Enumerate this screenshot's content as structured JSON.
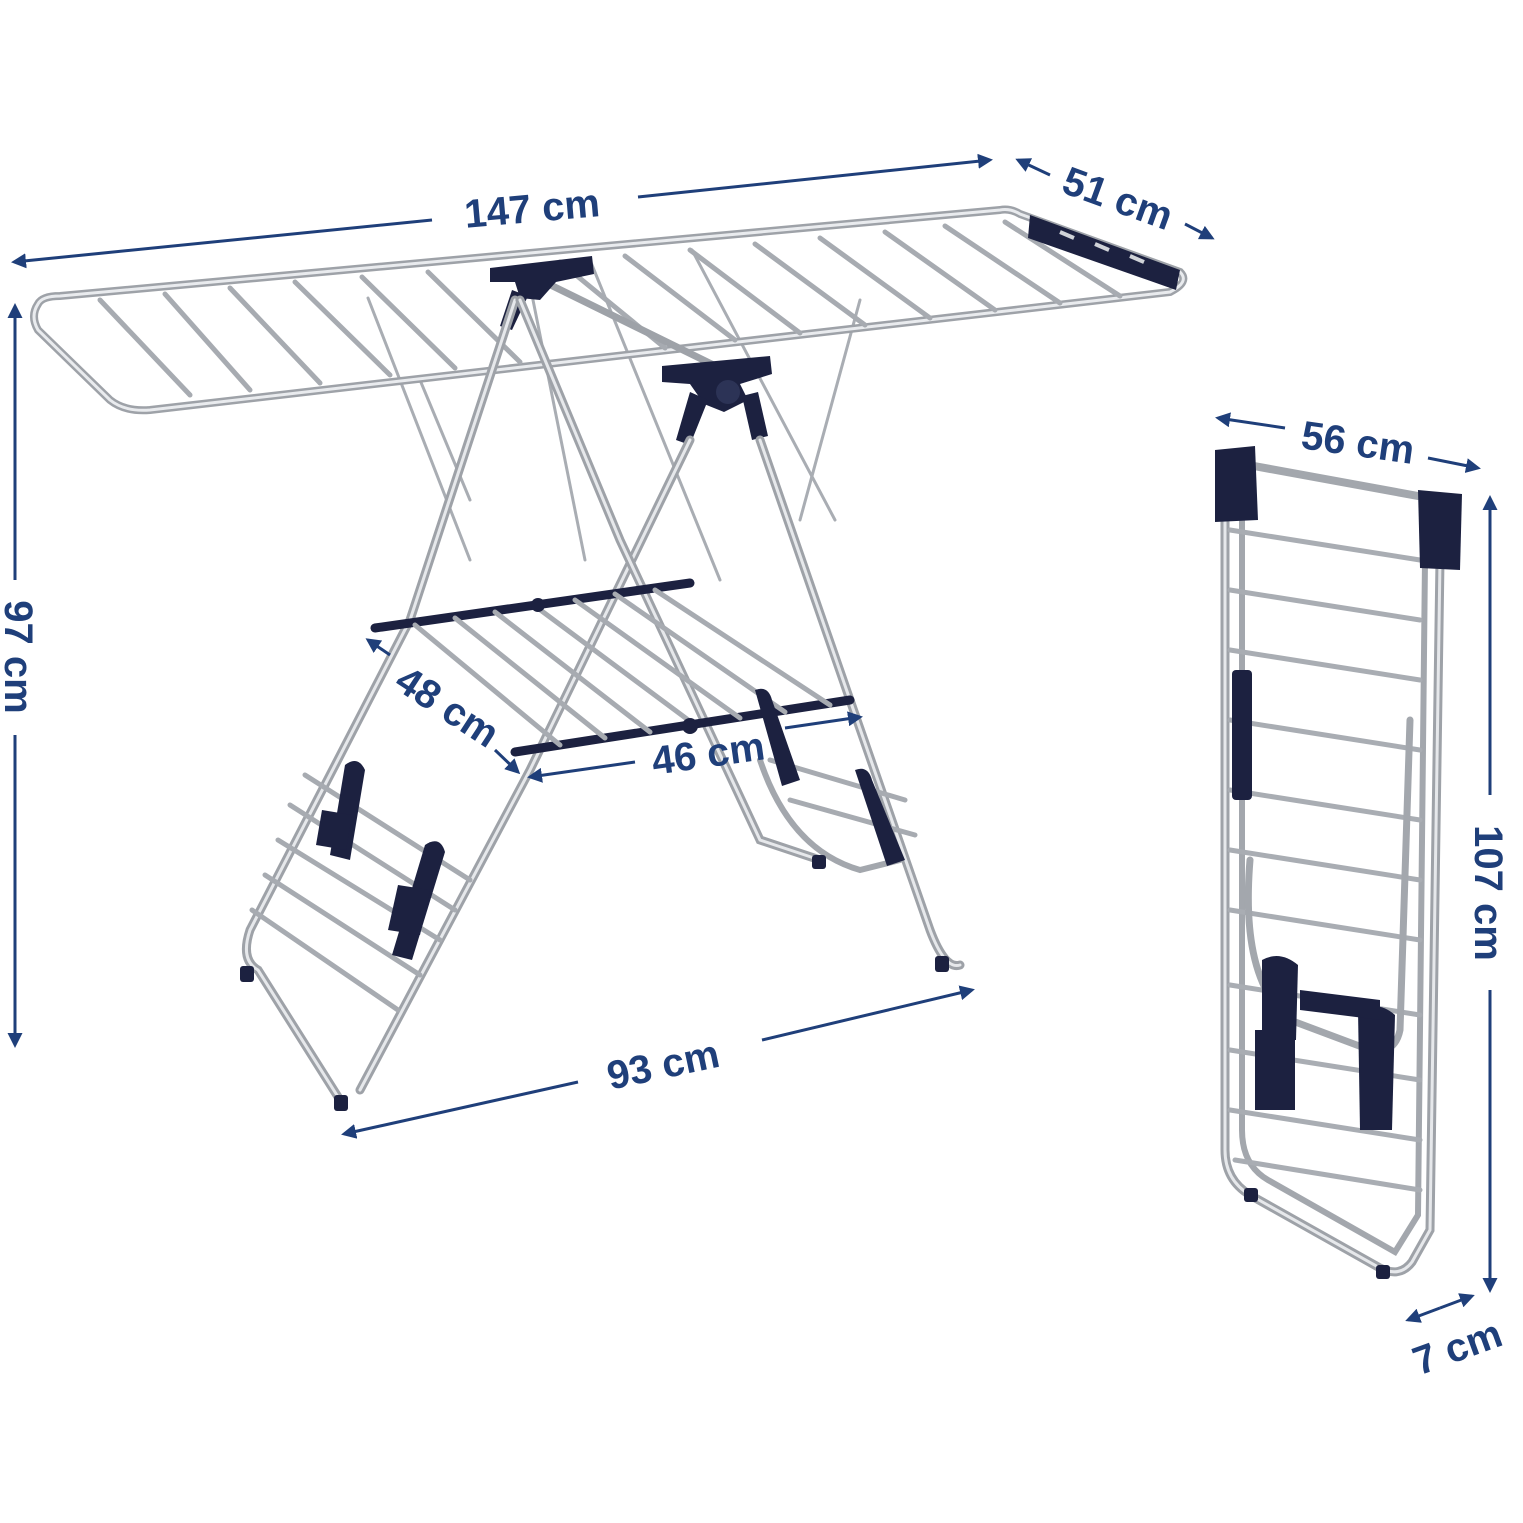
{
  "colors": {
    "dimension": "#1f3f7a",
    "steel": "#b8bcc2",
    "steel_dark": "#8a8f96",
    "steel_light": "#e6e8eb",
    "plastic": "#1c2140"
  },
  "icons": {
    "arrow": "arrowhead-icon",
    "hinge": "hinge-joint-icon",
    "clip": "sock-clip-icon",
    "foot": "rubber-foot-icon"
  },
  "dimensions": {
    "width_open": "147 cm",
    "depth_open": "51 cm",
    "height_open": "97 cm",
    "shelf_depth": "48 cm",
    "shelf_width": "46 cm",
    "base_width": "93 cm",
    "width_folded": "56 cm",
    "height_folded": "107 cm",
    "depth_folded": "7 cm"
  }
}
